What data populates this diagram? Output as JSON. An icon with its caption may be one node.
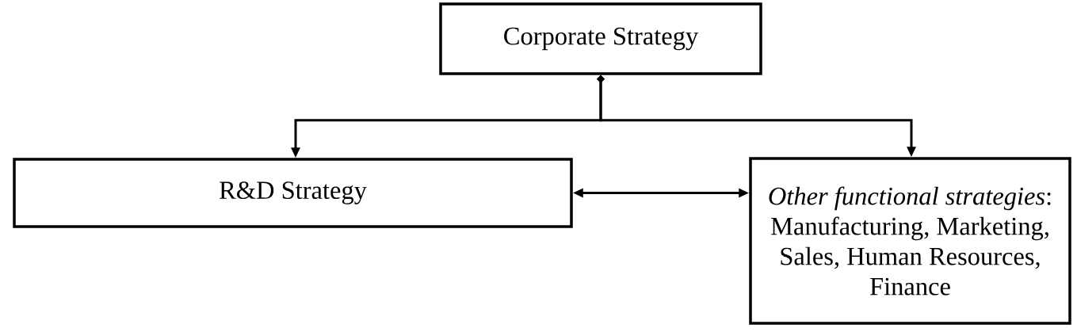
{
  "diagram": {
    "nodes": [
      {
        "text": [
          "Corporate Strategy"
        ]
      },
      {
        "text": [
          "R&D Strategy"
        ]
      },
      {
        "text": [
          "*Other functional strategies*: Manufacturing, Marketing, Sales, Human Resources, Finance"
        ]
      }
    ],
    "edges": [
      {
        "from": 0,
        "to": 1,
        "arrow": "to"
      },
      {
        "from": 0,
        "to": 2,
        "arrow": "to"
      },
      {
        "from": 1,
        "to": 2,
        "arrow": "both"
      }
    ]
  }
}
